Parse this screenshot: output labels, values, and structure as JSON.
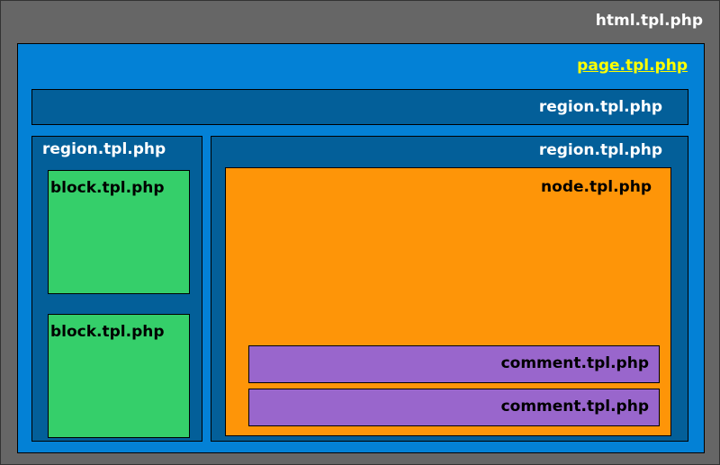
{
  "html": {
    "label": "html.tpl.php",
    "color": "#666666"
  },
  "page": {
    "label": "page.tpl.php",
    "color": "#0381d6",
    "label_color": "#ffff00"
  },
  "regions": {
    "top": {
      "label": "region.tpl.php"
    },
    "left": {
      "label": "region.tpl.php"
    },
    "right": {
      "label": "region.tpl.php"
    },
    "color": "#035f99"
  },
  "blocks": [
    {
      "label": "block.tpl.php"
    },
    {
      "label": "block.tpl.php"
    }
  ],
  "block_color": "#35cf6a",
  "node": {
    "label": "node.tpl.php",
    "color": "#fe9508"
  },
  "comments": [
    {
      "label": "comment.tpl.php"
    },
    {
      "label": "comment.tpl.php"
    }
  ],
  "comment_color": "#9966cc"
}
